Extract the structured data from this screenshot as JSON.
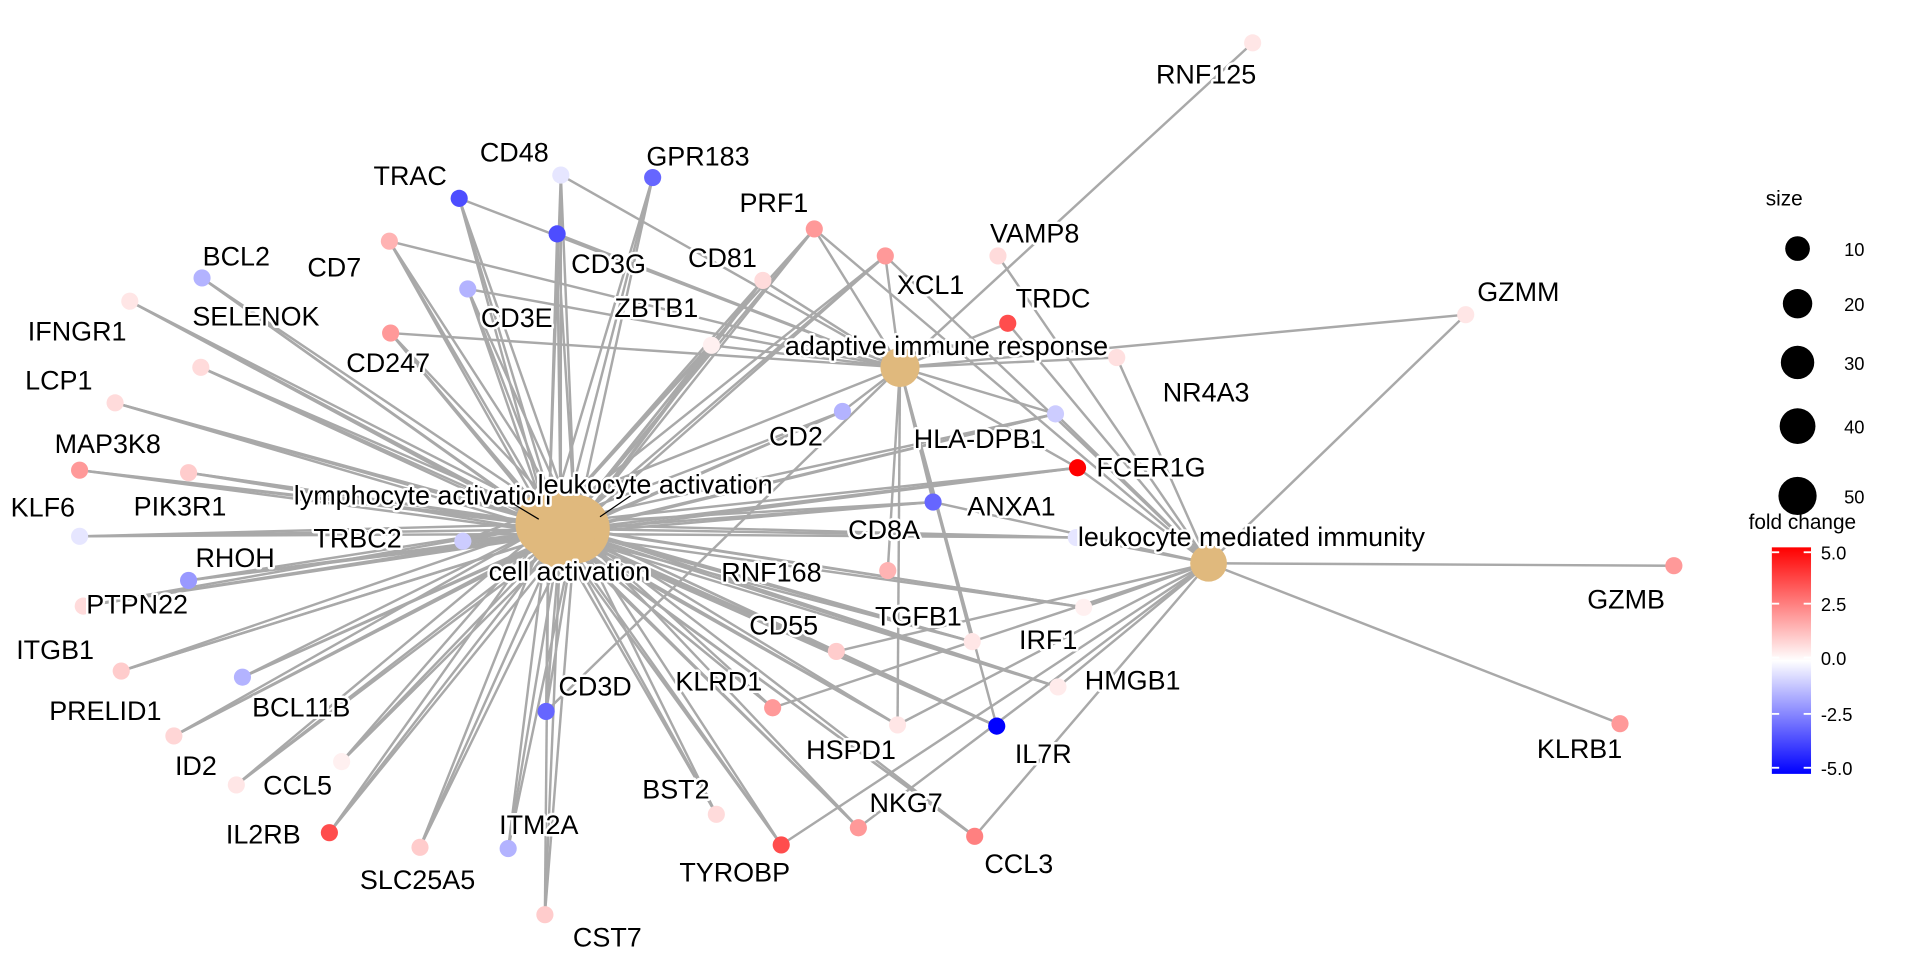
{
  "categories": [
    {
      "name": "lymphocyte activation",
      "size": 50
    },
    {
      "name": "leukocyte activation",
      "size": 52
    },
    {
      "name": "cell activation",
      "size": 53
    },
    {
      "name": "adaptive immune response",
      "size": 30
    },
    {
      "name": "leukocyte mediated immunity",
      "size": 25
    }
  ],
  "genes": [
    {
      "name": "RNF125",
      "fc": 0.5,
      "links": [
        3
      ]
    },
    {
      "name": "GPR183",
      "fc": -3,
      "links": [
        0,
        1,
        2
      ]
    },
    {
      "name": "CD48",
      "fc": -0.5,
      "links": [
        0,
        1,
        2,
        3
      ]
    },
    {
      "name": "TRAC",
      "fc": -3.5,
      "links": [
        0,
        1,
        2,
        3
      ]
    },
    {
      "name": "PRF1",
      "fc": 2,
      "links": [
        0,
        1,
        2,
        3,
        4
      ]
    },
    {
      "name": "CD3G",
      "fc": -3.5,
      "links": [
        0,
        1,
        2,
        3
      ]
    },
    {
      "name": "CD7",
      "fc": 1.5,
      "links": [
        0,
        1,
        2,
        3
      ]
    },
    {
      "name": "BCL2",
      "fc": -1.5,
      "links": [
        0,
        1,
        2
      ]
    },
    {
      "name": "CD81",
      "fc": 0.7,
      "links": [
        0,
        1,
        2,
        3
      ]
    },
    {
      "name": "XCL1",
      "fc": 2,
      "links": [
        0,
        1,
        2,
        3,
        4
      ]
    },
    {
      "name": "VAMP8",
      "fc": 0.7,
      "links": [
        4
      ]
    },
    {
      "name": "ZBTB1",
      "fc": 0.3,
      "links": [
        0,
        1,
        2,
        3
      ]
    },
    {
      "name": "CD3E",
      "fc": -1.5,
      "links": [
        0,
        1,
        2,
        3
      ]
    },
    {
      "name": "TRDC",
      "fc": 3.5,
      "links": [
        3,
        4
      ]
    },
    {
      "name": "GZMM",
      "fc": 0.5,
      "links": [
        3,
        4
      ]
    },
    {
      "name": "IFNGR1",
      "fc": 0.5,
      "links": [
        0,
        1,
        2
      ]
    },
    {
      "name": "SELENOK",
      "fc": 0.7,
      "links": [
        0,
        1,
        2
      ]
    },
    {
      "name": "CD247",
      "fc": 2,
      "links": [
        0,
        1,
        2,
        3
      ]
    },
    {
      "name": "NR4A3",
      "fc": 0.6,
      "links": [
        3,
        4
      ]
    },
    {
      "name": "LCP1",
      "fc": 0.7,
      "links": [
        0,
        1,
        2
      ]
    },
    {
      "name": "CD2",
      "fc": -1.5,
      "links": [
        0,
        1,
        2,
        3
      ]
    },
    {
      "name": "HLA-DPB1",
      "fc": -1,
      "links": [
        0,
        1,
        2,
        3,
        4
      ]
    },
    {
      "name": "MAP3K8",
      "fc": 2,
      "links": [
        0,
        1,
        2
      ]
    },
    {
      "name": "PIK3R1",
      "fc": 1,
      "links": [
        0,
        1,
        2
      ]
    },
    {
      "name": "FCER1G",
      "fc": 5,
      "links": [
        0,
        1,
        2,
        3,
        4
      ]
    },
    {
      "name": "KLF6",
      "fc": -0.5,
      "links": [
        0,
        1,
        2
      ]
    },
    {
      "name": "CD8A",
      "fc": -3,
      "links": [
        0,
        1,
        2,
        3,
        4
      ]
    },
    {
      "name": "ANXA1",
      "fc": -0.5,
      "links": [
        0,
        1,
        2,
        4
      ]
    },
    {
      "name": "TRBC2",
      "fc": -1,
      "links": [
        0,
        1,
        2,
        3
      ]
    },
    {
      "name": "RHOH",
      "fc": -2,
      "links": [
        0,
        1,
        2
      ]
    },
    {
      "name": "RNF168",
      "fc": 1.5,
      "links": [
        3
      ]
    },
    {
      "name": "PTPN22",
      "fc": 0.7,
      "links": [
        0,
        1,
        2
      ]
    },
    {
      "name": "TGFB1",
      "fc": 0.5,
      "links": [
        0,
        1,
        2,
        3
      ]
    },
    {
      "name": "IRF1",
      "fc": 0.3,
      "links": [
        0,
        1,
        2,
        4
      ]
    },
    {
      "name": "ITGB1",
      "fc": 1,
      "links": [
        0,
        1,
        2
      ]
    },
    {
      "name": "CD55",
      "fc": 1,
      "links": [
        0,
        1,
        2,
        4
      ]
    },
    {
      "name": "GZMB",
      "fc": 2,
      "links": [
        4
      ]
    },
    {
      "name": "BCL11B",
      "fc": -1.5,
      "links": [
        0,
        1,
        2
      ]
    },
    {
      "name": "HMGB1",
      "fc": 0.4,
      "links": [
        0,
        1,
        2,
        4
      ]
    },
    {
      "name": "CD3D",
      "fc": -3,
      "links": [
        0,
        1,
        2,
        3
      ]
    },
    {
      "name": "KLRD1",
      "fc": 2,
      "links": [
        0,
        1,
        2,
        4
      ]
    },
    {
      "name": "PRELID1",
      "fc": 0.8,
      "links": [
        0,
        1,
        2
      ]
    },
    {
      "name": "HSPD1",
      "fc": 0.5,
      "links": [
        0,
        1,
        2,
        3,
        4
      ]
    },
    {
      "name": "IL7R",
      "fc": -5,
      "links": [
        0,
        1,
        2,
        3
      ]
    },
    {
      "name": "KLRB1",
      "fc": 2,
      "links": [
        4
      ]
    },
    {
      "name": "ID2",
      "fc": 0.5,
      "links": [
        0,
        1,
        2
      ]
    },
    {
      "name": "CCL5",
      "fc": 0.3,
      "links": [
        0,
        1,
        2
      ]
    },
    {
      "name": "BST2",
      "fc": 0.7,
      "links": [
        0,
        1,
        2
      ]
    },
    {
      "name": "NKG7",
      "fc": 2,
      "links": [
        0,
        1,
        2,
        4
      ]
    },
    {
      "name": "IL2RB",
      "fc": 3.5,
      "links": [
        0,
        1,
        2
      ]
    },
    {
      "name": "ITM2A",
      "fc": -1.5,
      "links": [
        0,
        1,
        2
      ]
    },
    {
      "name": "CCL3",
      "fc": 2.5,
      "links": [
        0,
        1,
        2,
        4
      ]
    },
    {
      "name": "SLC25A5",
      "fc": 1,
      "links": [
        0,
        1,
        2
      ]
    },
    {
      "name": "TYROBP",
      "fc": 3.5,
      "links": [
        0,
        1,
        2,
        4
      ]
    },
    {
      "name": "CST7",
      "fc": 1,
      "links": [
        0,
        1,
        2
      ]
    }
  ],
  "legend": {
    "size_title": "size",
    "size_values": [
      10,
      20,
      30,
      40,
      50
    ],
    "color_title": "fold change",
    "color_ticks": [
      "5.0",
      "2.5",
      "0.0",
      "-2.5",
      "-5.0"
    ],
    "color_range": [
      -5,
      5
    ],
    "colors": {
      "low": "#0000FF",
      "mid": "#FFFFFF",
      "high": "#FF0000",
      "category": "#E0B97D",
      "edge": "#A9A9A9"
    }
  }
}
